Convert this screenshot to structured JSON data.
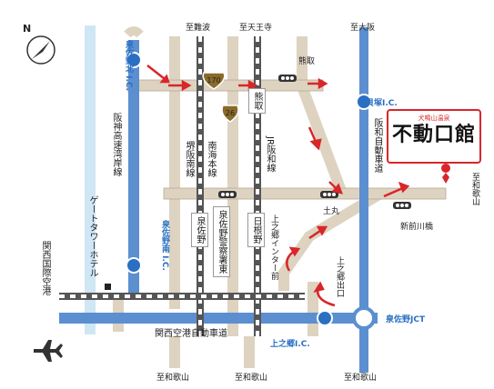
{
  "compass": {
    "north": "N"
  },
  "destinations": {
    "nanba": "至難波",
    "tennoji": "至天王寺",
    "osaka": "至大阪",
    "wakayama_right": "至和歌山",
    "wakayama_b1": "至和歌山",
    "wakayama_b2": "至和歌山",
    "wakayama_b3": "至和歌山"
  },
  "roads": {
    "hanshin_expressway": "阪神高速湾岸線",
    "sakai_hannan": "堺阪南線",
    "nankai": "南海本線",
    "jr_hanwa": "JR阪和線",
    "hanwa_expressway": "阪和自動車道",
    "kansai_airport_expressway": "関西空港自動車道",
    "route_170": "170",
    "route_26": "26"
  },
  "interchanges": {
    "izumisano_north": "泉佐野北 I.C.",
    "izumisano_south": "泉佐野南 I.C.",
    "kaizuka": "貝塚I.C.",
    "jonogo": "上之郷I.C.",
    "izumisano_jct": "泉佐野JCT"
  },
  "places": {
    "gate_tower_hotel": "ゲートタワーホテル",
    "kansai_airport": "関西国際空港",
    "kumatori_road": "熊取",
    "kumatori_sign": "熊取",
    "dogamaru": "土丸",
    "shinmaekawa_bridge": "新前川橋",
    "izumisano_station": "泉佐野",
    "hineno": "日根野",
    "police": "泉佐野警察署東",
    "jonogo_inter_mae": "上之郷インター前",
    "jonogo_exit": "上之郷出口"
  },
  "destination": {
    "subtitle": "犬鳴山温泉",
    "name": "不動口館"
  }
}
